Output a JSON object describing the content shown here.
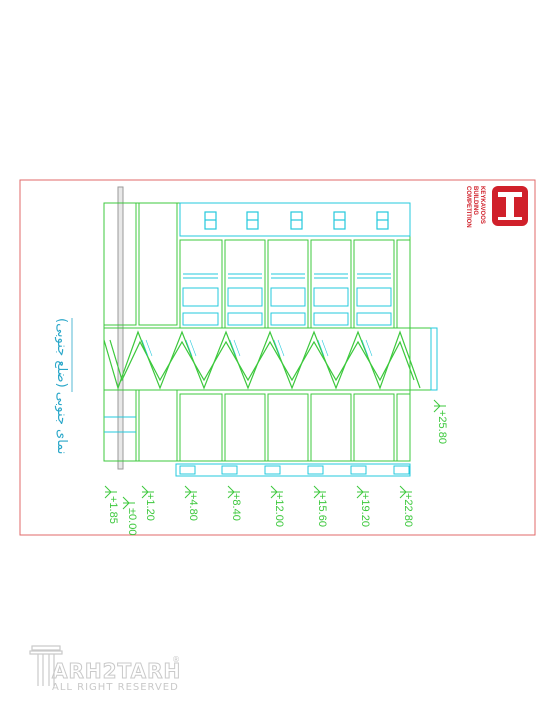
{
  "drawing": {
    "title_fa": "نمای جنوبی (ضلع جنوبی)"
  },
  "levels": [
    "+1.85",
    "±0.00",
    "+1.20",
    "+4.80",
    "+8.40",
    "+12.00",
    "+15.60",
    "+19.20",
    "+22.80",
    "+25.80"
  ],
  "logo": {
    "line1": "KEYKAVOOS",
    "line2": "BUILDING",
    "line3": "COMPETITION"
  },
  "watermark": {
    "brand": "ARH2TARH",
    "tagline": "ALL RIGHT RESERVED",
    "registered": "®"
  },
  "colors": {
    "frame": "#e06a6a",
    "wall": "#3cc83c",
    "cyan": "#23c9dc",
    "accent": "#d0202a",
    "watermark": "#c9c9c9"
  }
}
